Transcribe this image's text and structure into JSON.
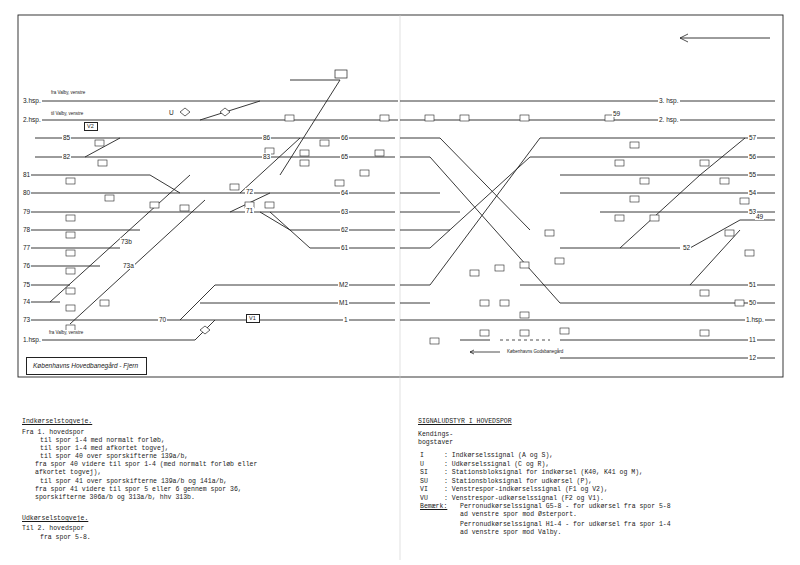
{
  "diagram": {
    "nodes": [
      {
        "text": [
          "Københavns Hovedbanegård - Fjern"
        ]
      },
      {
        "text": [
          "V2"
        ]
      },
      {
        "text": [
          "V1"
        ]
      }
    ],
    "labels": [
      "3.hsp.",
      "fra Valby, venstre",
      "2.hsp.",
      "til Valby, venstre",
      "85",
      "82",
      "81",
      "80",
      "79",
      "78",
      "77",
      "76",
      "75",
      "74",
      "73",
      "1.hsp.",
      "fra Valby, venstre",
      "73b",
      "73a",
      "70",
      "86",
      "83",
      "72",
      "71",
      "66",
      "65",
      "64",
      "63",
      "62",
      "61",
      "M2",
      "M1",
      "1",
      "3. hsp.",
      "2. hsp.",
      "57",
      "56",
      "55",
      "54",
      "53",
      "52",
      "49",
      "51",
      "50",
      "1.hsp.",
      "11",
      "12",
      "Københavns Godsbanegård",
      "U",
      "59",
      "Indkørselstogveje.",
      "Fra 1. hovedspor",
      "til spor 1-4 med normalt forløb,",
      "til spor 1-4 med afkortet togvej,",
      "til spor 40 over sporskifterne 139a/b,",
      "fra spor 40 videre til spor 1-4 (med normalt forløb eller afkortet togvej),",
      "til spor 41 over sporskifterne 139a/b og 141a/b,",
      "fra spor 41 videre til spor 5 eller 6 gennem spor 36, sporskifterne 306a/b og 313a/b, hhv 313b.",
      "Udkørselstogveje.",
      "Til 2. hovedspor",
      "fra spor 5-8.",
      "SIGNALUDSTYR I HOVEDSPOR",
      "Kendings- bogstaver",
      "I",
      ": Indkørselssignal (A og S),",
      "U",
      ": Udkørselssignal (C og R),",
      "SI",
      ": Stationsbloksignal for indkørsel (K40, K41 og M),",
      "SU",
      ": Stationsbloksignal for udkørsel (P),",
      "VI",
      ": Venstrespor-indkørselssignal (F1 og V2),",
      "VU",
      ": Venstrespor-udkørselssignal (F2 og V1).",
      "Bemærk:",
      "Perronudkørselssignal G5-8 - for udkørsel fra spor 5-8 ad venstre spor mod Østerport.",
      "Perronudkørselssignal H1-4 - for udkørsel fra spor 1-4 ad venstre spor mod Valby."
    ]
  }
}
